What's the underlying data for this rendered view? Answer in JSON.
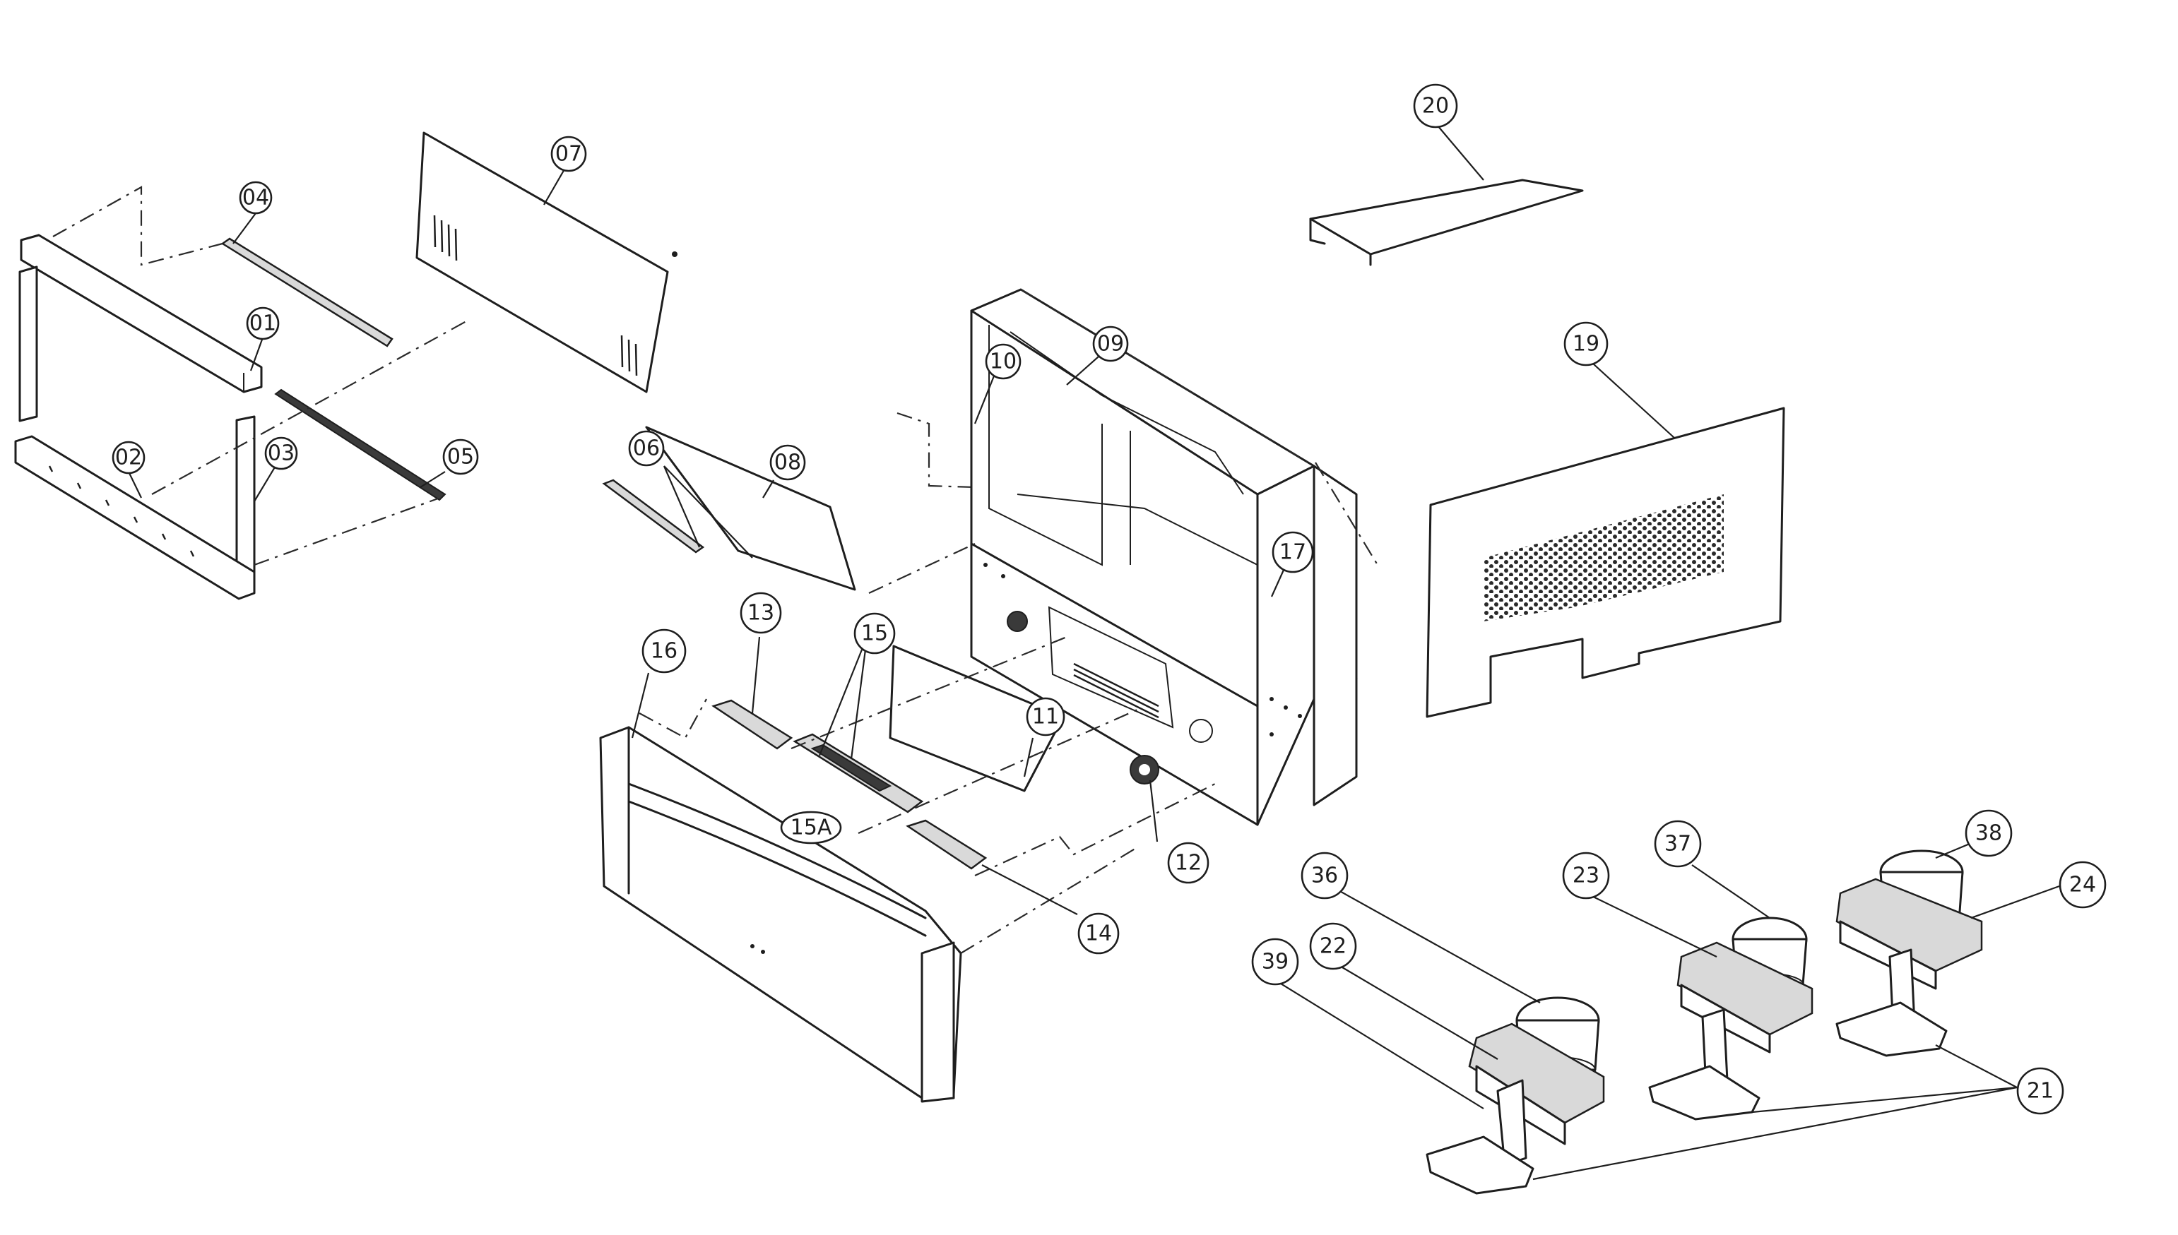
{
  "callouts": {
    "c01": "01",
    "c02": "02",
    "c03": "03",
    "c04": "04",
    "c05": "05",
    "c06": "06",
    "c07": "07",
    "c08": "08",
    "c09": "09",
    "c10": "10",
    "c11": "11",
    "c12": "12",
    "c13": "13",
    "c14": "14",
    "c15": "15",
    "c15a": "15A",
    "c16": "16",
    "c17": "17",
    "c19": "19",
    "c20": "20",
    "c21": "21",
    "c22": "22",
    "c23": "23",
    "c24": "24",
    "c36": "36",
    "c37": "37",
    "c38": "38",
    "c39": "39"
  }
}
